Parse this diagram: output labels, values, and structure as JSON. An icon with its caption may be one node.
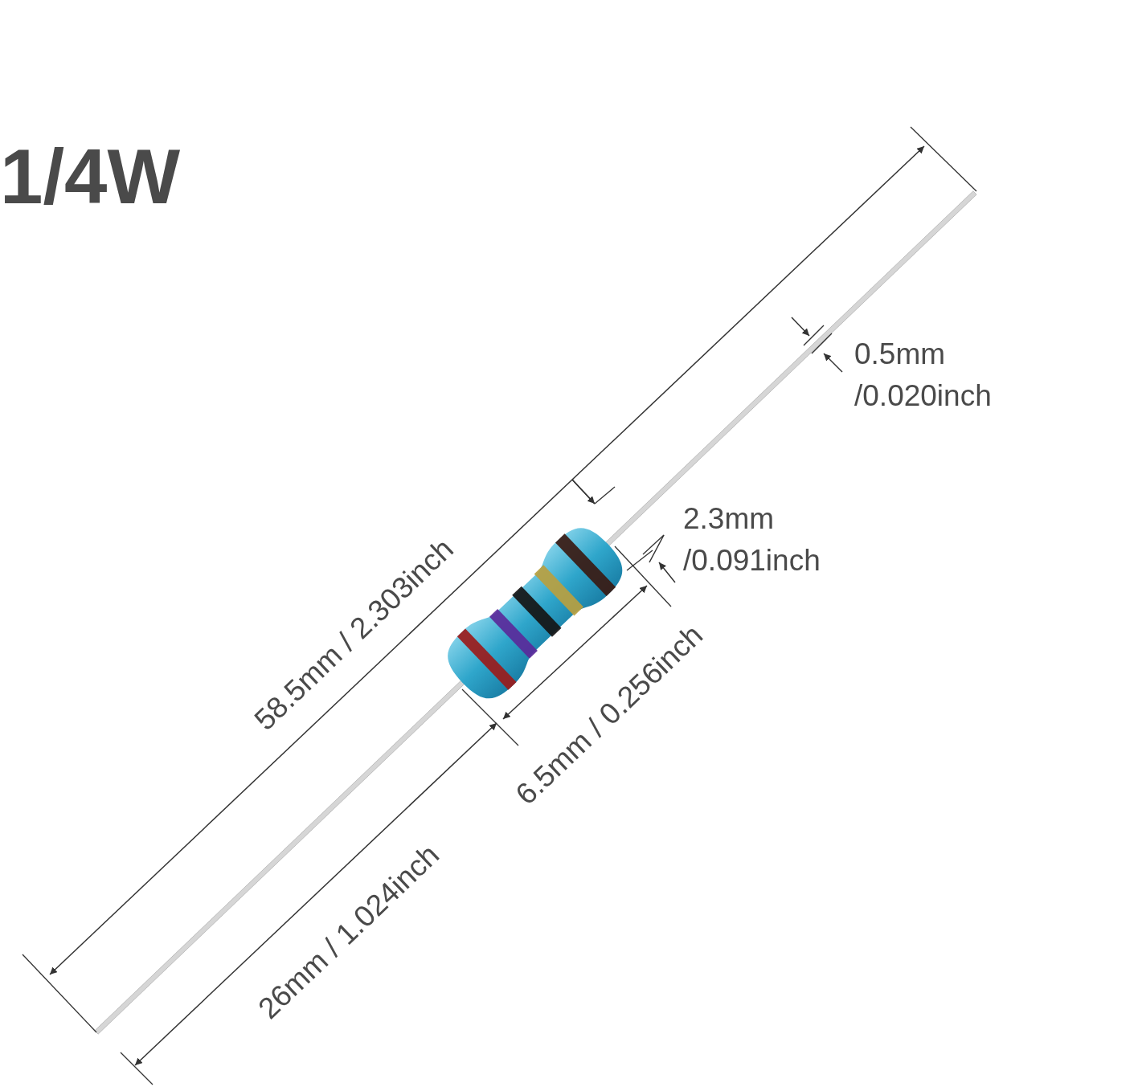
{
  "diagram": {
    "title": "1/4W",
    "labels": [
      "0.5mm /0.020inch",
      "2.3mm /0.091inch",
      "58.5mm / 2.303inch",
      "6.5mm / 0.256inch",
      "26mm / 1.024inch"
    ]
  }
}
